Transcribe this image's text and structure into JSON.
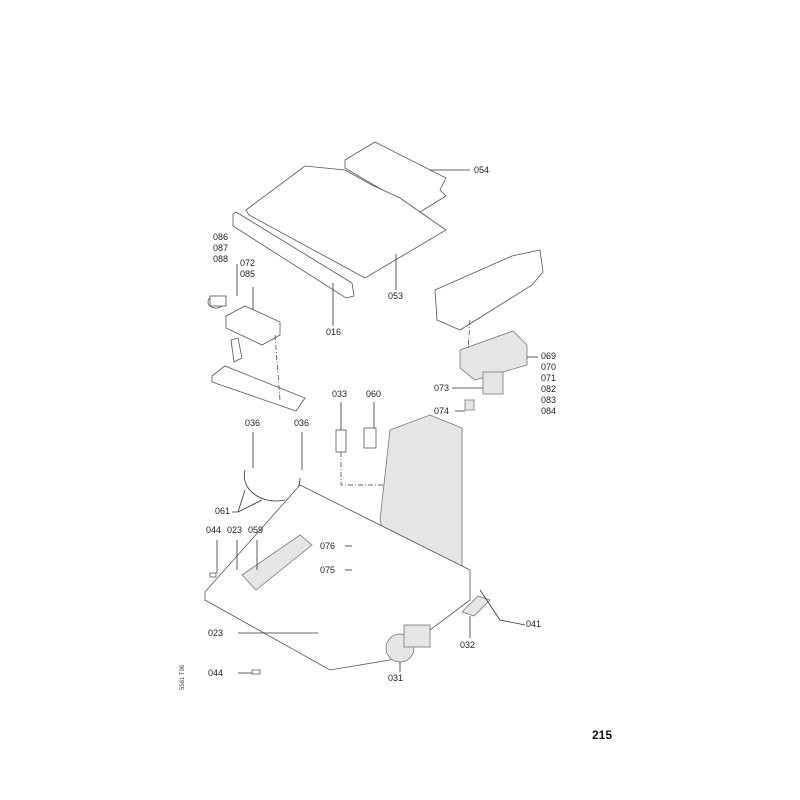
{
  "page_number": "215",
  "drawing_code": "5581 T96",
  "callouts": {
    "c054": "054",
    "c086": "086",
    "c087": "087",
    "c088": "088",
    "c072": "072",
    "c085": "085",
    "c053": "053",
    "c016": "016",
    "c069": "069",
    "c070": "070",
    "c071": "071",
    "c082": "082",
    "c083": "083",
    "c084": "084",
    "c073": "073",
    "c074": "074",
    "c033": "033",
    "c060": "060",
    "c036a": "036",
    "c036b": "036",
    "c061": "061",
    "c044a": "044",
    "c023a": "023",
    "c059": "059",
    "c076": "076",
    "c075": "075",
    "c041": "041",
    "c032": "032",
    "c023b": "023",
    "c044b": "044",
    "c031": "031"
  }
}
